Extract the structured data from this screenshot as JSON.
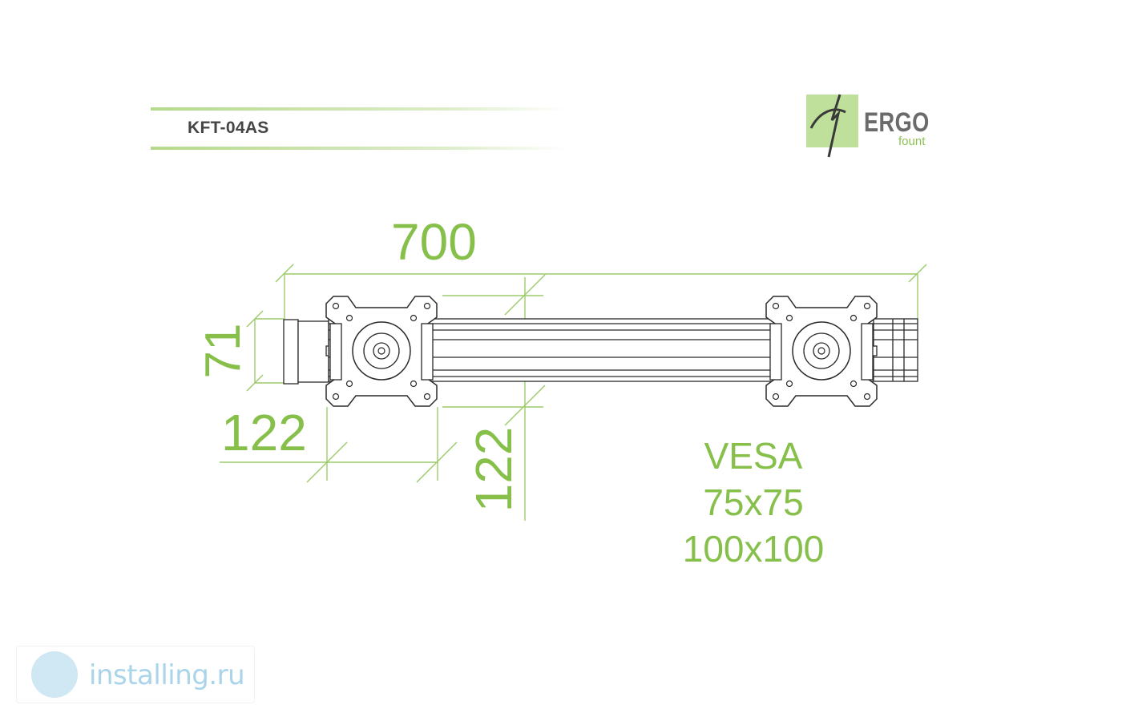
{
  "header": {
    "model": "KFT-04AS"
  },
  "brand": {
    "name": "ERGO",
    "sub": "fount"
  },
  "dimensions": {
    "overall_width": "700",
    "height": "71",
    "plate_width": "122",
    "plate_height": "122"
  },
  "vesa": {
    "label": "VESA",
    "sizes": [
      "75x75",
      "100x100"
    ]
  },
  "watermark": {
    "text": "installing.ru"
  },
  "colors": {
    "accent_green": "#86c04a",
    "drawing_stroke": "#2a2a2a",
    "title_gray": "#454545"
  }
}
